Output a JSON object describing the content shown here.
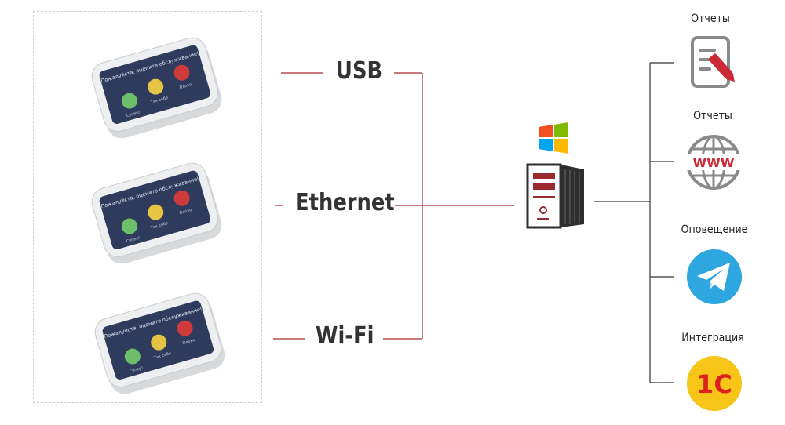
{
  "connections": {
    "usb": "USB",
    "ethernet": "Ethernet",
    "wifi": "Wi-Fi"
  },
  "device": {
    "screen_text": "Пожалуйста, оцените обслуживание!",
    "buttons": [
      "Супер!",
      "Так себе",
      "Плохо"
    ]
  },
  "services": [
    {
      "label": "Отчеты",
      "icon": "report-icon"
    },
    {
      "label": "Отчеты",
      "icon": "www-globe-icon"
    },
    {
      "label": "Оповещение",
      "icon": "telegram-icon"
    },
    {
      "label": "Интеграция",
      "icon": "1c-logo"
    }
  ],
  "logo_1c_text": "1С",
  "www_text": "WWW",
  "colors": {
    "line_red": "#a52a2a",
    "line_dark": "#333333",
    "device_screen": "#2e3b5c",
    "btn_green": "#6dbf6a",
    "btn_yellow": "#e4c442",
    "btn_red": "#cf3b3b",
    "telegram": "#2ea6e0",
    "logo_1c": "#e02020",
    "logo_1c_bg": "#f7c518"
  }
}
